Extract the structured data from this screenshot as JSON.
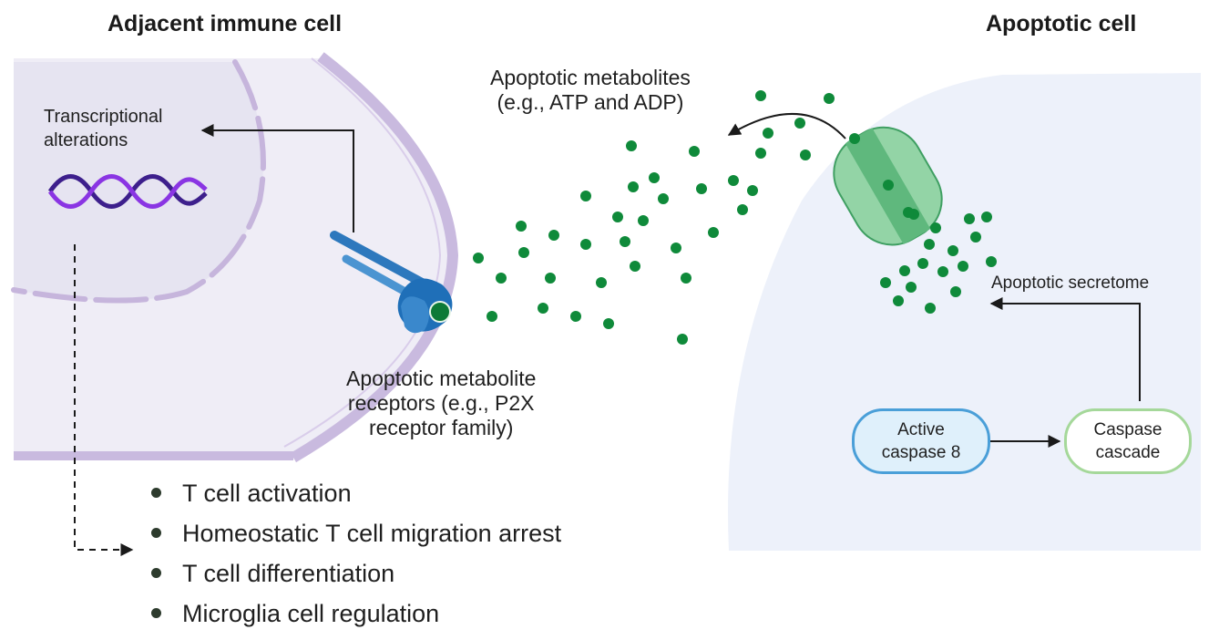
{
  "titles": {
    "left": "Adjacent immune cell",
    "right": "Apoptotic cell"
  },
  "labels": {
    "transcriptional_line1": "Transcriptional",
    "transcriptional_line2": "alterations",
    "metabolites_line1": "Apoptotic metabolites",
    "metabolites_line2": "(e.g., ATP and ADP)",
    "receptors_line1": "Apoptotic metabolite",
    "receptors_line2": "receptors (e.g., P2X",
    "receptors_line3": "receptor family)",
    "secretome": "Apoptotic secretome"
  },
  "boxes": {
    "active_caspase_line1": "Active",
    "active_caspase_line2": "caspase 8",
    "cascade_line1": "Caspase",
    "cascade_line2": "cascade"
  },
  "outcomes": [
    "T cell activation",
    "Homeostatic T cell migration arrest",
    "T cell differentiation",
    "Microglia cell regulation"
  ],
  "colors": {
    "immune_cell_fill": "#efedf6",
    "immune_membrane": "#c8b8dd",
    "apoptotic_cell_fill": "#edf1fa",
    "lipid_head": "#8d9db5",
    "lipid_tail": "#b8cbe6",
    "metabolite_dot": "#0f8a3a",
    "channel": "#6dc58b",
    "receptor": "#3d7fbd",
    "dna_purple": "#7a2fd0"
  }
}
